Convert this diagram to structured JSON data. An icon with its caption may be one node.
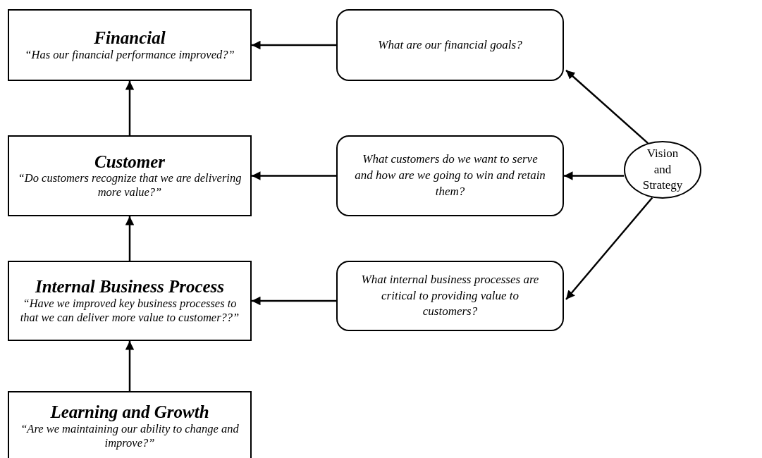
{
  "diagram": {
    "nodes": [
      {
        "text": [
          "Financial",
          "“Has our financial performance improved?”"
        ]
      },
      {
        "text": [
          "Customer",
          "“Do customers recognize that we are delivering more value?”"
        ]
      },
      {
        "text": [
          "Internal Business Process",
          "“Have we improved key business processes to that we can deliver more value to customer??”"
        ]
      },
      {
        "text": [
          "Learning and Growth",
          "“Are we maintaining our ability to change and improve?”"
        ]
      },
      {
        "text": [
          "What are our financial goals?"
        ]
      },
      {
        "text": [
          "What customers do we want to serve and how are we going to win and retain them?"
        ]
      },
      {
        "text": [
          "What internal business processes are critical to providing value to customers?"
        ]
      },
      {
        "text": [
          "Vision and Strategy"
        ]
      }
    ],
    "edges": [
      {
        "from": 4,
        "to": 0,
        "arrow": "to"
      },
      {
        "from": 5,
        "to": 1,
        "arrow": "to"
      },
      {
        "from": 6,
        "to": 2,
        "arrow": "to"
      },
      {
        "from": 7,
        "to": 4,
        "arrow": "to"
      },
      {
        "from": 7,
        "to": 5,
        "arrow": "to"
      },
      {
        "from": 7,
        "to": 6,
        "arrow": "to"
      },
      {
        "from": 3,
        "to": 2,
        "arrow": "to"
      },
      {
        "from": 2,
        "to": 1,
        "arrow": "to"
      },
      {
        "from": 1,
        "to": 0,
        "arrow": "to"
      }
    ]
  }
}
